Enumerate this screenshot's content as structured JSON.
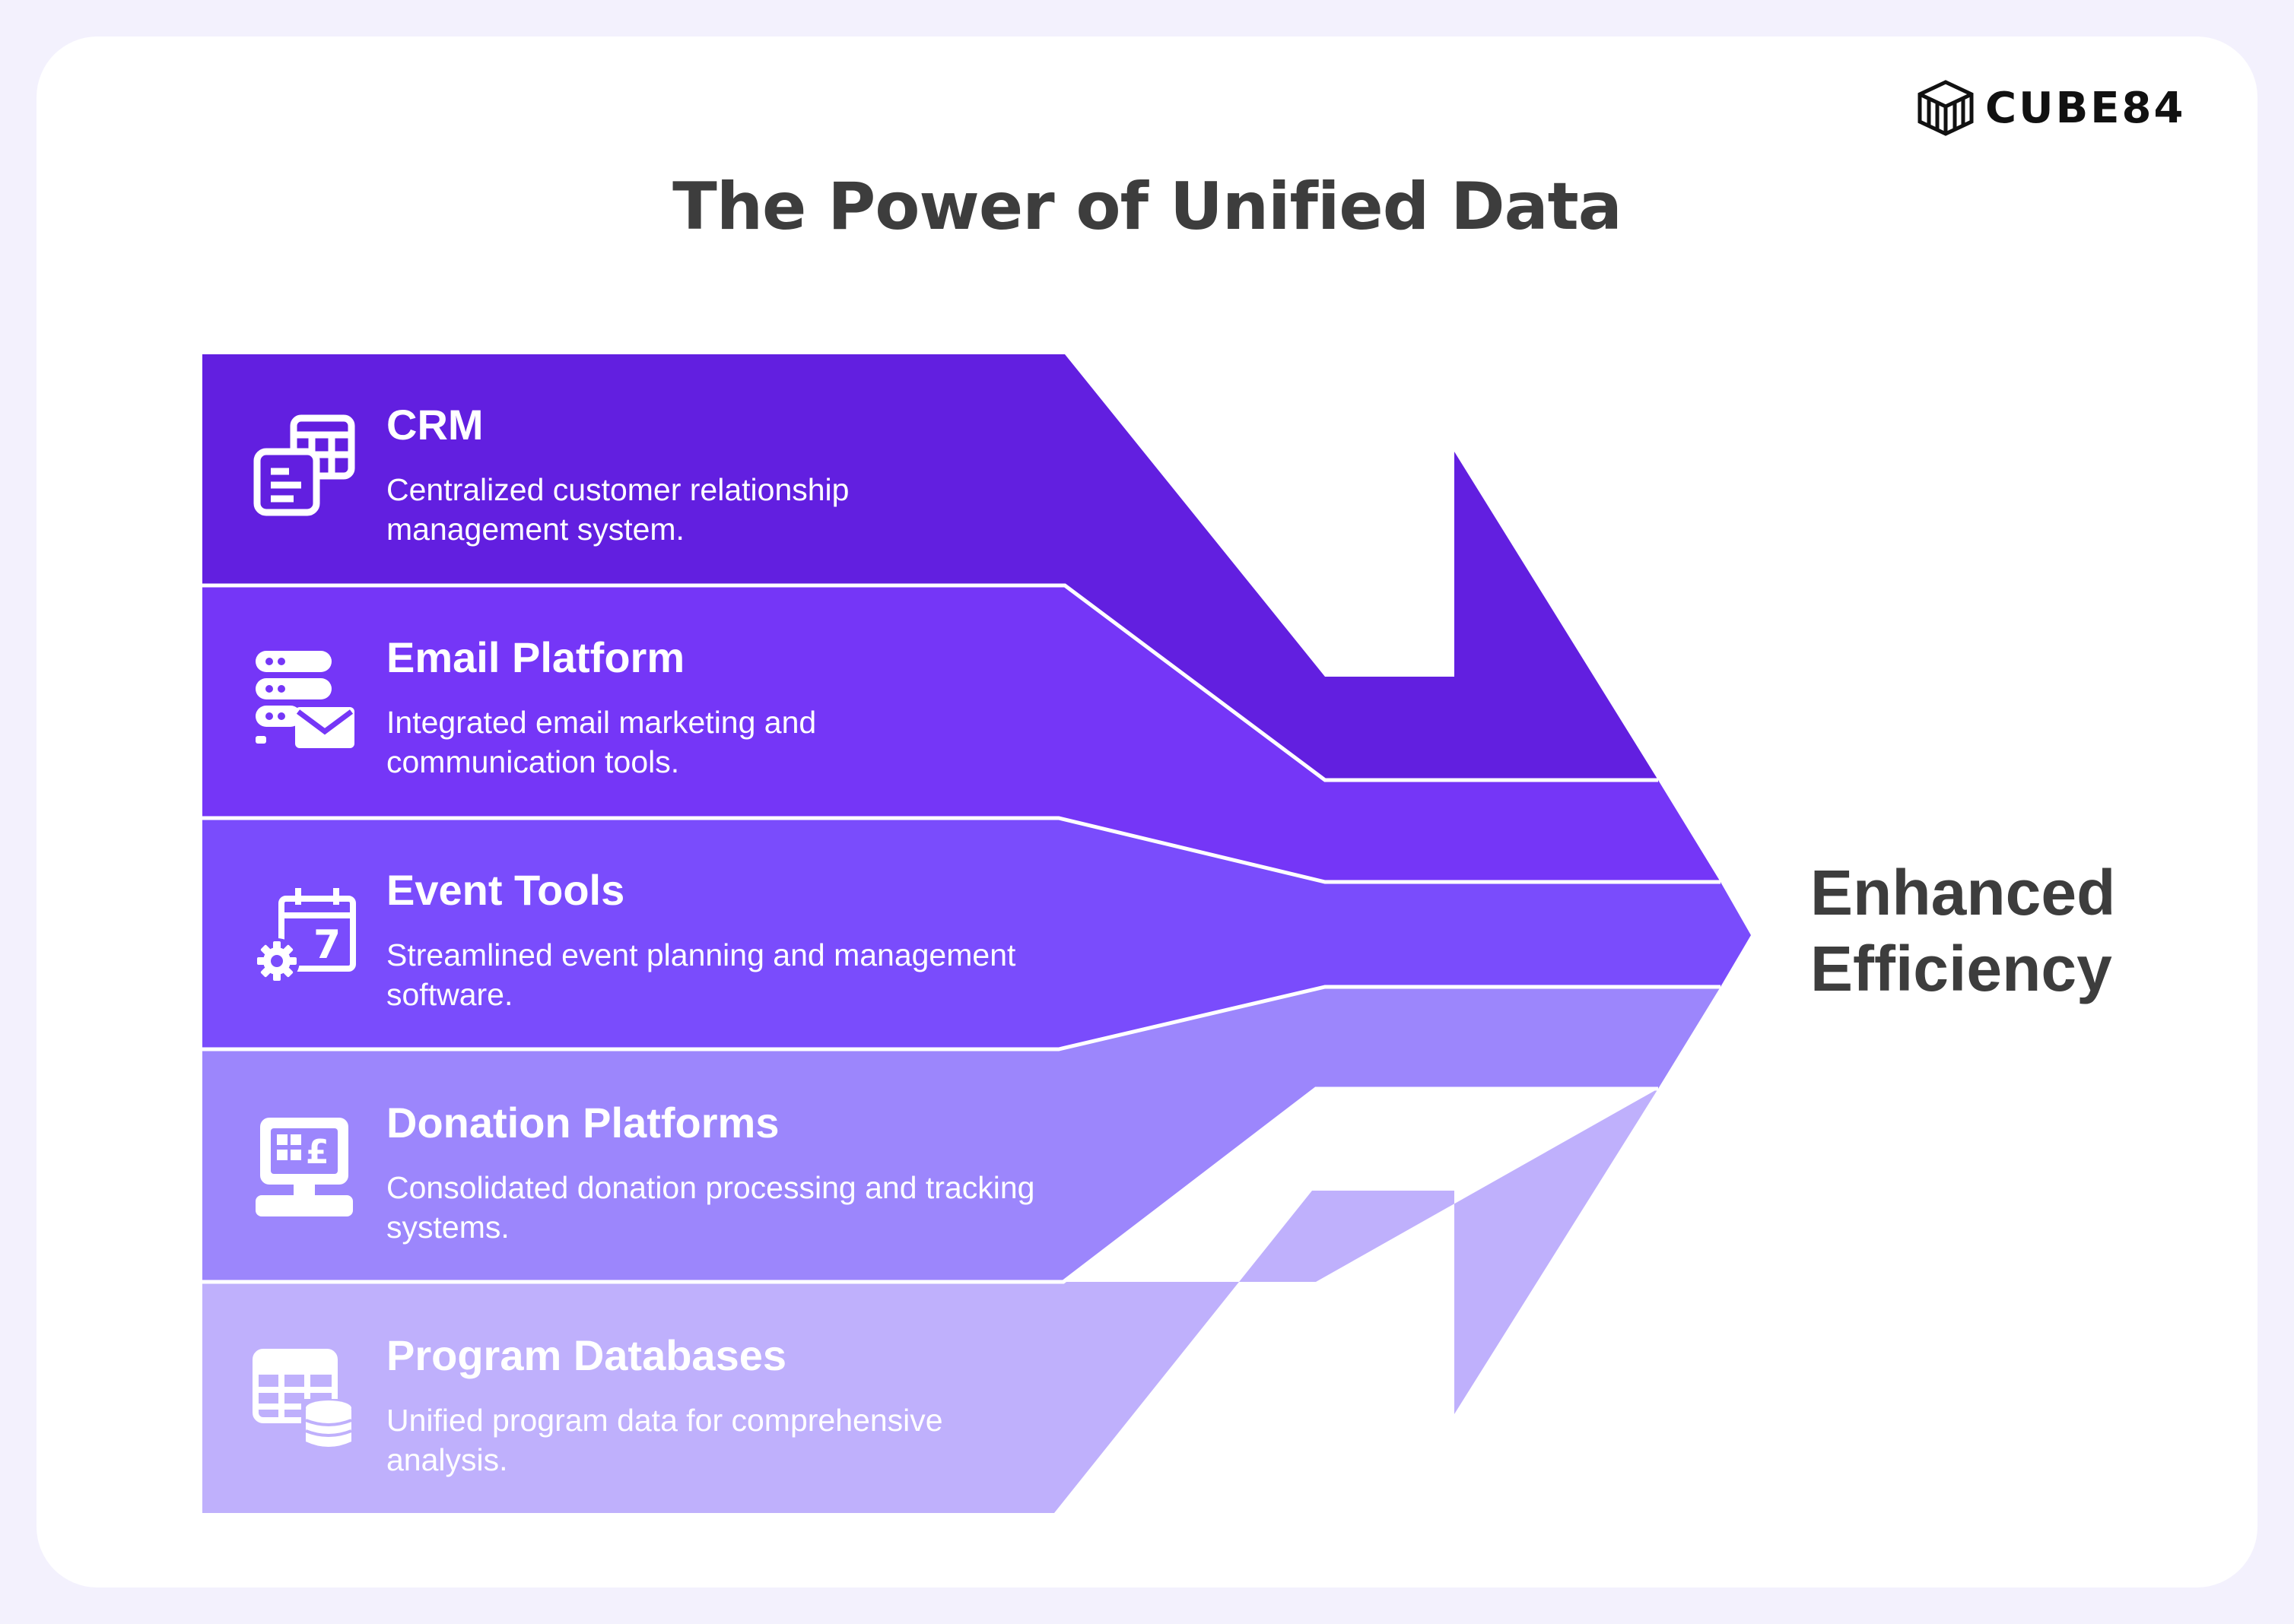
{
  "brand": {
    "logo_text": "CUBE84",
    "logo_icon": "cube-grid-icon"
  },
  "title": "The Power of Unified Data",
  "colors": {
    "page_bg": "#f3f1fd",
    "row1": "#621fe0",
    "row2": "#7536f7",
    "row3": "#7a4cfc",
    "row4": "#9c86fc",
    "row5": "#bfb0fc",
    "text_dark": "#3d3d3d"
  },
  "rows": [
    {
      "title": "CRM",
      "description_line1": "Centralized customer relationship",
      "description_line2": "management system.",
      "icon": "crm-grid-icon"
    },
    {
      "title": "Email Platform",
      "description_line1": "Integrated email marketing and",
      "description_line2": "communication tools.",
      "icon": "server-mail-icon"
    },
    {
      "title": "Event Tools",
      "description_line1": "Streamlined event planning and management",
      "description_line2": "software.",
      "icon": "calendar-gear-icon"
    },
    {
      "title": "Donation Platforms",
      "description_line1": "Consolidated donation processing and tracking",
      "description_line2": "systems.",
      "icon": "pos-terminal-pound-icon"
    },
    {
      "title": "Program Databases",
      "description_line1": "Unified program data for comprehensive",
      "description_line2": "analysis.",
      "icon": "table-database-icon"
    }
  ],
  "result": {
    "line1": "Enhanced",
    "line2": "Efficiency"
  }
}
